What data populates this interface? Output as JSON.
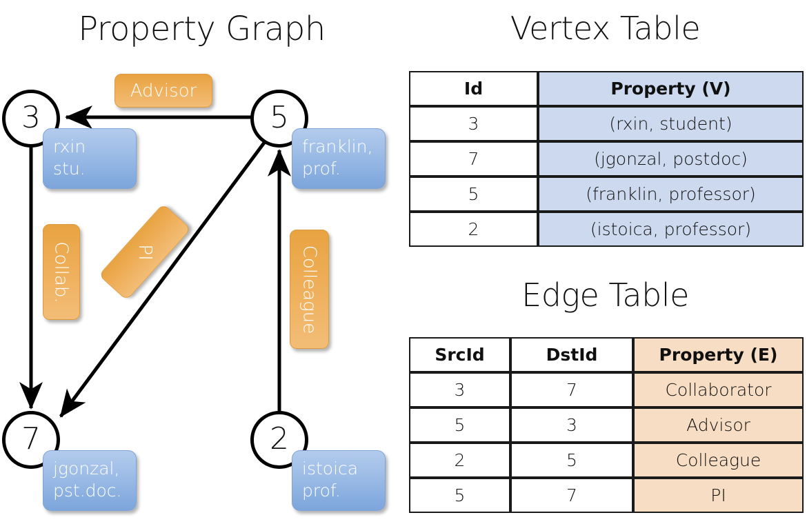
{
  "titles": {
    "property_graph": "Property Graph",
    "vertex_table": "Vertex Table",
    "edge_table": "Edge Table"
  },
  "graph": {
    "nodes": [
      {
        "id": "3",
        "label": "3",
        "property_lines": [
          "rxin",
          "stu."
        ]
      },
      {
        "id": "5",
        "label": "5",
        "property_lines": [
          "franklin,",
          "prof."
        ]
      },
      {
        "id": "7",
        "label": "7",
        "property_lines": [
          "jgonzal,",
          "pst.doc."
        ]
      },
      {
        "id": "2",
        "label": "2",
        "property_lines": [
          "istoica",
          "prof."
        ]
      }
    ],
    "edge_labels": [
      {
        "name": "advisor",
        "text": "Advisor"
      },
      {
        "name": "collab",
        "text": "Collab."
      },
      {
        "name": "pi",
        "text": "PI"
      },
      {
        "name": "colleague",
        "text": "Colleague"
      }
    ]
  },
  "vertex_table": {
    "headers": [
      "Id",
      "Property (V)"
    ],
    "rows": [
      [
        "3",
        "(rxin, student)"
      ],
      [
        "7",
        "(jgonzal, postdoc)"
      ],
      [
        "5",
        "(franklin, professor)"
      ],
      [
        "2",
        "(istoica, professor)"
      ]
    ]
  },
  "edge_table": {
    "headers": [
      "SrcId",
      "DstId",
      "Property (E)"
    ],
    "rows": [
      [
        "3",
        "7",
        "Collaborator"
      ],
      [
        "5",
        "3",
        "Advisor"
      ],
      [
        "2",
        "5",
        "Colleague"
      ],
      [
        "5",
        "7",
        "PI"
      ]
    ]
  },
  "colors": {
    "vertex_property_fill": "#ccd9ee",
    "edge_property_fill": "#f7ddc3",
    "node_box_blue": "#9bbbe6",
    "edge_label_orange": "#eead56",
    "stroke": "#000000"
  }
}
